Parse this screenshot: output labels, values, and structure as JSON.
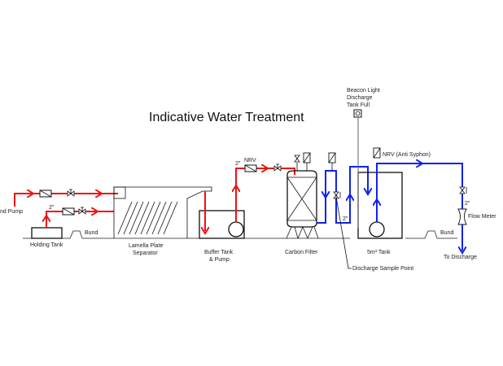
{
  "title": "Indicative Water Treatment",
  "labels": {
    "pump_left": "nd Pump",
    "size_2in_a": "2\"",
    "holding_tank": "Holding Tank",
    "bund_left": "Bund",
    "lamella_line1": "Lamella Plate",
    "lamella_line2": "Separator",
    "buffer_line1": "Buffer Tank",
    "buffer_line2": "& Pump",
    "size_2in_b": "2\"",
    "nrv": "NRV",
    "carbon_filter": "Carbon Filter",
    "size_2in_c": "2\"",
    "beacon_line1": "Beacon Light",
    "beacon_line2": "Discharge",
    "beacon_line3": "Tank Full",
    "nrv_anti": "NRV (Anti Syphon)",
    "tank_5m": "5m³ Tank",
    "sample_point": "Discharge Sample Point",
    "bund_right": "Bund",
    "size_2in_d": "2\"",
    "flow_meter": "Flow Meter",
    "to_discharge": "To Discharge"
  },
  "colors": {
    "untreated_line": "#ee1111",
    "treated_line": "#1122ee",
    "equipment": "#111111"
  }
}
